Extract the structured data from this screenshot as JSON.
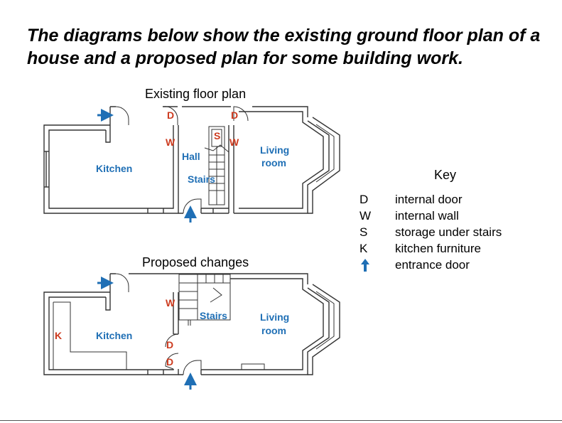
{
  "title": "The diagrams below show the existing ground floor plan of a house and a proposed plan for some building work.",
  "existing": {
    "heading": "Existing floor plan",
    "labels": {
      "kitchen": "Kitchen",
      "hall": "Hall",
      "stairs": "Stairs",
      "living_line1": "Living",
      "living_line2": "room",
      "door": "D",
      "wall": "W",
      "storage": "S"
    }
  },
  "proposed": {
    "heading": "Proposed changes",
    "labels": {
      "kitchen": "Kitchen",
      "stairs": "Stairs",
      "living_line1": "Living",
      "living_line2": "room",
      "door": "D",
      "wall": "W",
      "furniture": "K"
    }
  },
  "key": {
    "title": "Key",
    "items": [
      {
        "code": "D",
        "desc": "internal door"
      },
      {
        "code": "W",
        "desc": "internal wall"
      },
      {
        "code": "S",
        "desc": "storage under stairs"
      },
      {
        "code": "K",
        "desc": "kitchen furniture"
      },
      {
        "code": "arrow-up-icon",
        "desc": "entrance door"
      }
    ]
  },
  "colors": {
    "label_blue": "#1f6fb5",
    "code_red": "#cc3a1e",
    "wall_line": "#333333"
  }
}
